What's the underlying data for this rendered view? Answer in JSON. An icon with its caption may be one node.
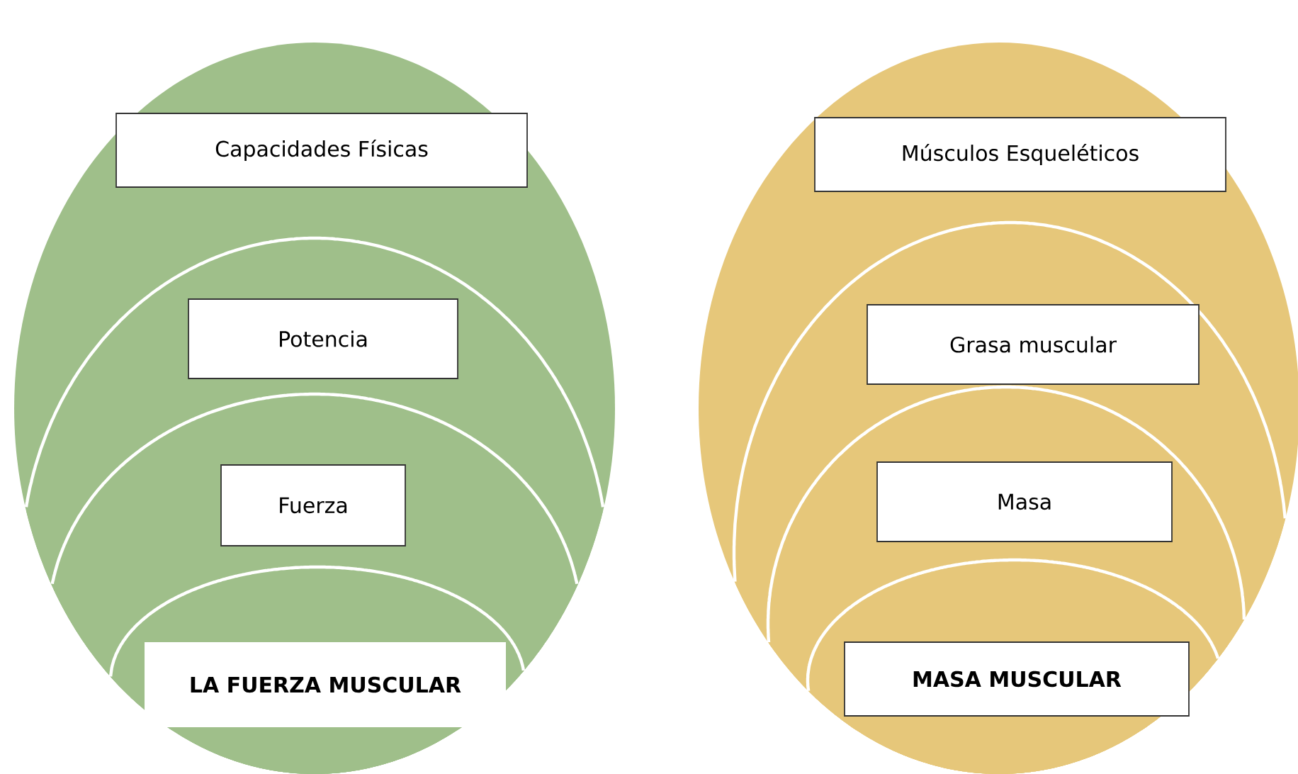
{
  "diagram": {
    "nodes": [
      {
        "text": [
          "Capacidades Físicas"
        ]
      },
      {
        "text": [
          "Potencia"
        ],
        "in": 0
      },
      {
        "text": [
          "Fuerza"
        ],
        "in": 1
      },
      {
        "text": [
          "LA FUERZA MUSCULAR"
        ],
        "in": 2
      },
      {
        "text": [
          "Músculos Esqueléticos"
        ]
      },
      {
        "text": [
          "Grasa muscular"
        ],
        "in": 4
      },
      {
        "text": [
          "Masa"
        ],
        "in": 5
      },
      {
        "text": [
          "MASA MUSCULAR"
        ],
        "in": 6
      }
    ]
  }
}
